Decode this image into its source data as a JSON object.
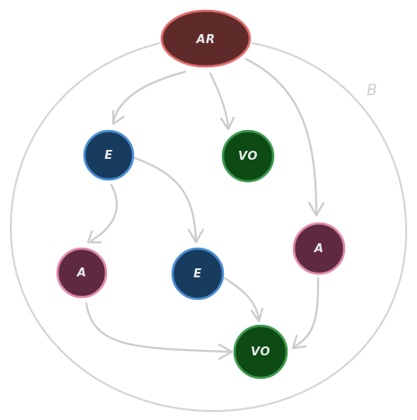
{
  "diagram": {
    "group": {
      "label": "B"
    },
    "nodes": [
      {
        "id": "n-ar",
        "label": "AR",
        "kind": "ar"
      },
      {
        "id": "n-e1",
        "label": "E",
        "kind": "e"
      },
      {
        "id": "n-vo1",
        "label": "VO",
        "kind": "vo"
      },
      {
        "id": "n-a1",
        "label": "A",
        "kind": "a"
      },
      {
        "id": "n-e2",
        "label": "E",
        "kind": "e"
      },
      {
        "id": "n-a2",
        "label": "A",
        "kind": "a"
      },
      {
        "id": "n-vo2",
        "label": "VO",
        "kind": "vo"
      }
    ],
    "edges": [
      {
        "from": "AR",
        "to": "E"
      },
      {
        "from": "AR",
        "to": "VO"
      },
      {
        "from": "AR",
        "to": "A"
      },
      {
        "from": "E",
        "to": "A"
      },
      {
        "from": "E",
        "to": "E"
      },
      {
        "from": "E",
        "to": "VO"
      },
      {
        "from": "A",
        "to": "VO"
      },
      {
        "from": "A",
        "to": "VO"
      }
    ],
    "colors": {
      "ar_fill": "#5e2a2a",
      "ar_stroke": "#e06c6c",
      "e_fill": "#173c5e",
      "e_stroke": "#4a8fd4",
      "vo_fill": "#0d4a14",
      "vo_stroke": "#3e9a4e",
      "a_fill": "#5e2a40",
      "a_stroke": "#e08aaa",
      "edge": "#cccccc",
      "group_stroke": "#d4d4d4"
    }
  }
}
